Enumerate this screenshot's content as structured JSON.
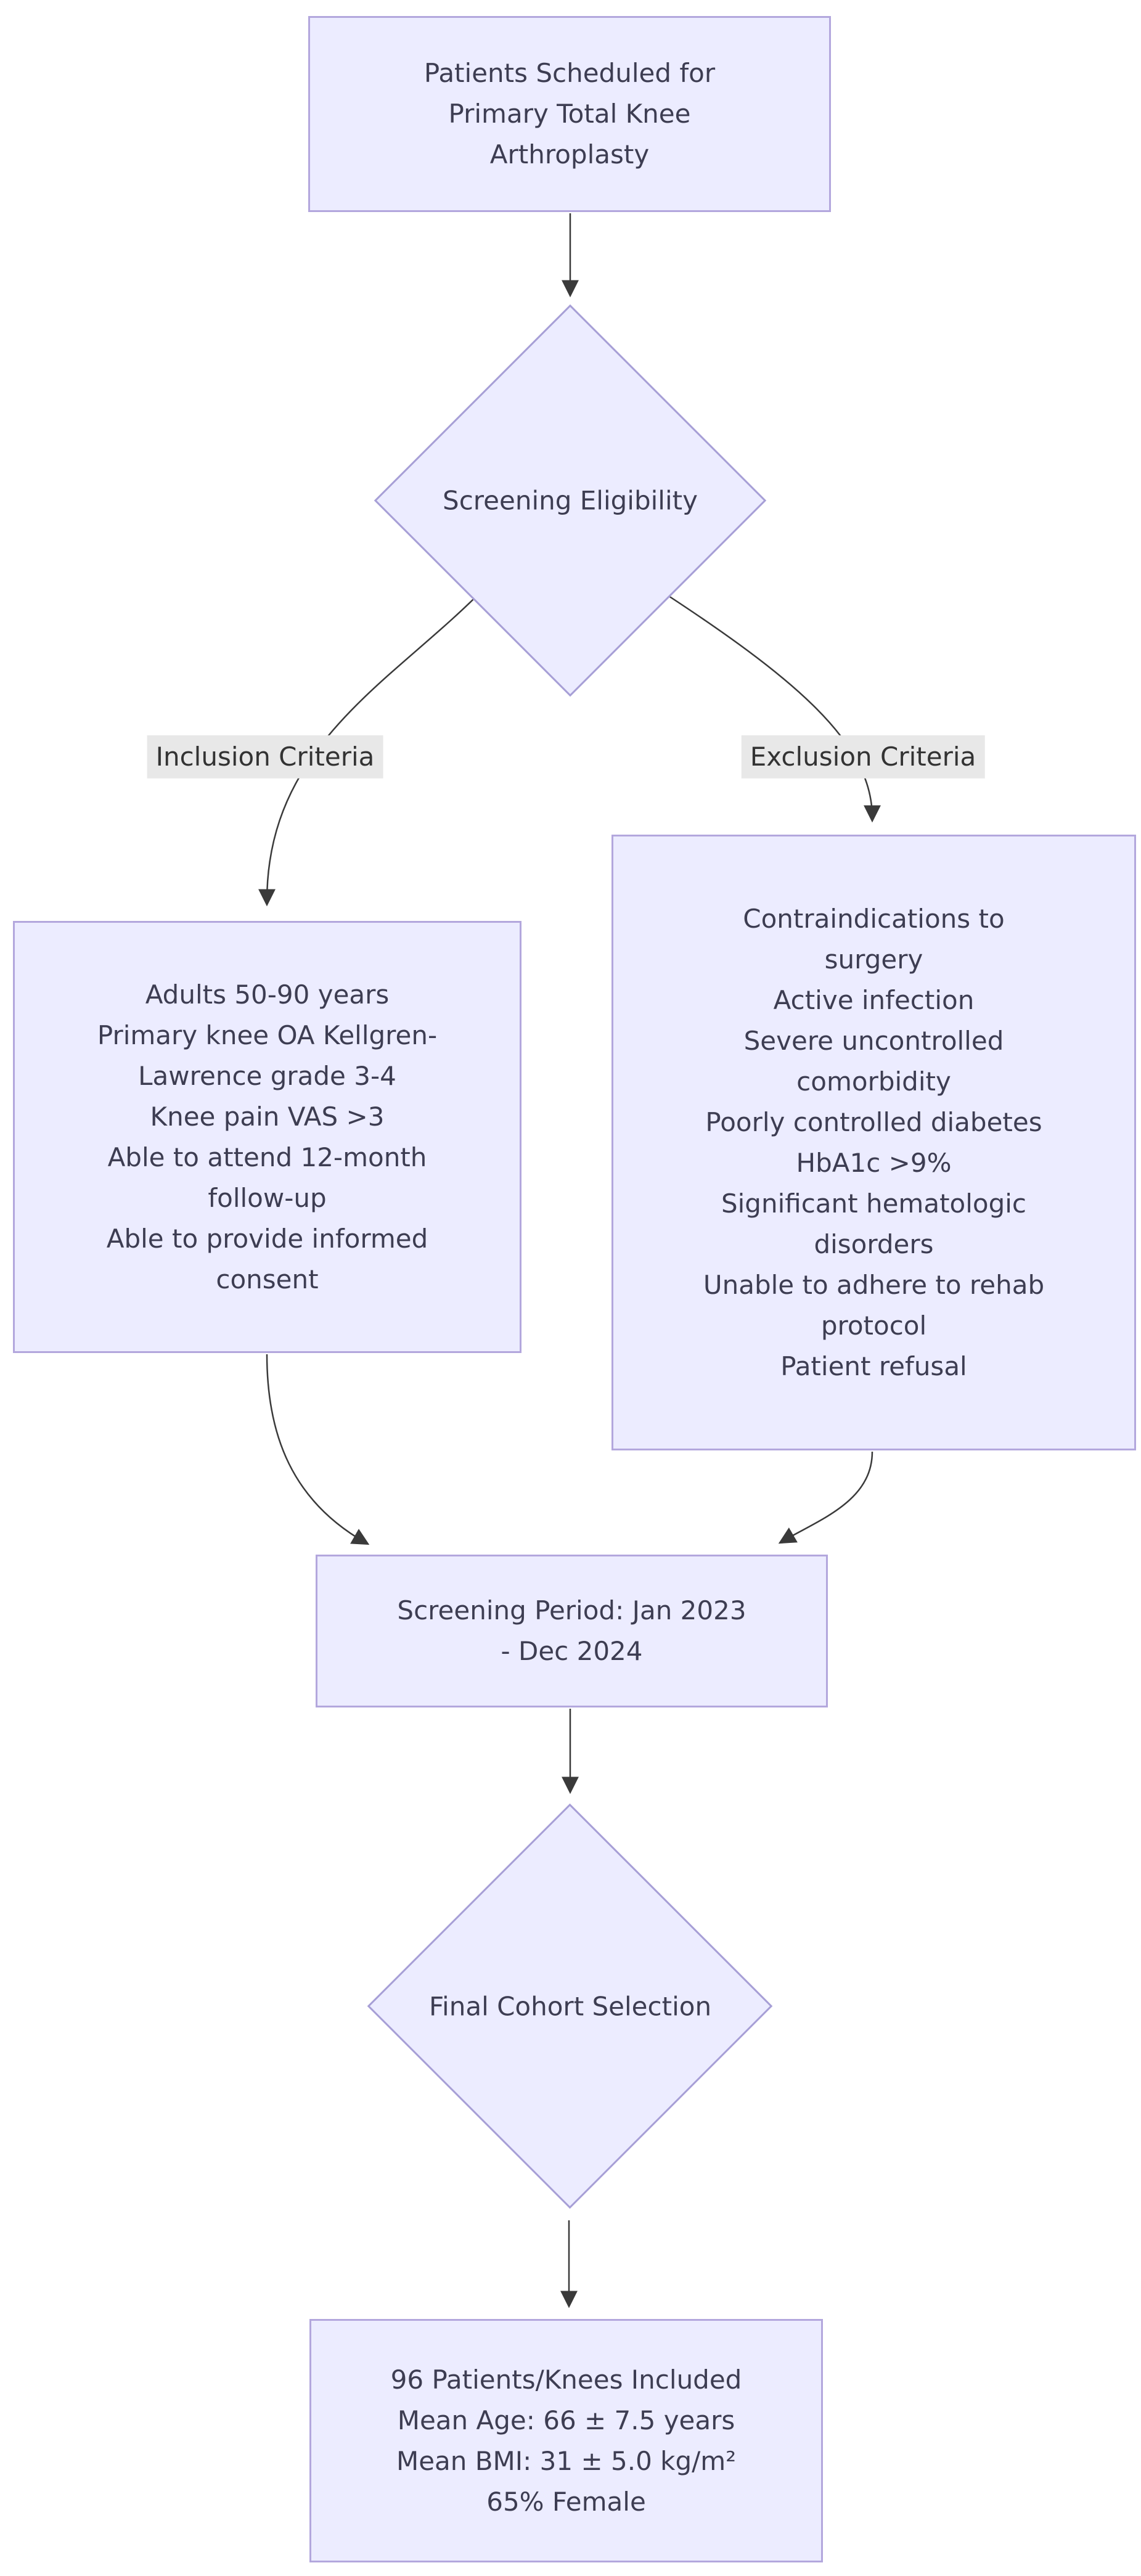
{
  "diagram": {
    "background": "#ffffff",
    "node_fill": "#ECECFF",
    "rect_border": "#b3a7dd",
    "diamond_border": "#a79fd6",
    "text_color": "#3d3d52",
    "edge_color": "#3a3a3a",
    "edge_label_bg": "#e8e8e8"
  },
  "nodes": {
    "start": {
      "lines": [
        "Patients Scheduled for",
        "Primary Total Knee",
        "Arthroplasty"
      ]
    },
    "screening_eligibility": {
      "label": "Screening Eligibility"
    },
    "inclusion_box": {
      "lines": [
        "Adults 50-90 years",
        "Primary knee OA Kellgren-",
        "Lawrence grade 3-4",
        "Knee pain VAS >3",
        "Able to attend 12-month",
        "follow-up",
        "Able to provide informed",
        "consent"
      ]
    },
    "exclusion_box": {
      "lines": [
        "Contraindications to",
        "surgery",
        "Active infection",
        "Severe uncontrolled",
        "comorbidity",
        "Poorly controlled diabetes",
        "HbA1c >9%",
        "Significant hematologic",
        "disorders",
        "Unable to adhere to rehab",
        "protocol",
        "Patient refusal"
      ]
    },
    "screening_period": {
      "lines": [
        "Screening Period: Jan 2023",
        "- Dec 2024"
      ]
    },
    "final_cohort": {
      "label": "Final Cohort Selection"
    },
    "result": {
      "lines": [
        "96 Patients/Knees Included",
        "Mean Age: 66 ± 7.5 years",
        "Mean BMI: 31 ± 5.0 kg/m²",
        "65% Female"
      ]
    }
  },
  "edge_labels": {
    "inclusion": "Inclusion Criteria",
    "exclusion": "Exclusion Criteria"
  }
}
